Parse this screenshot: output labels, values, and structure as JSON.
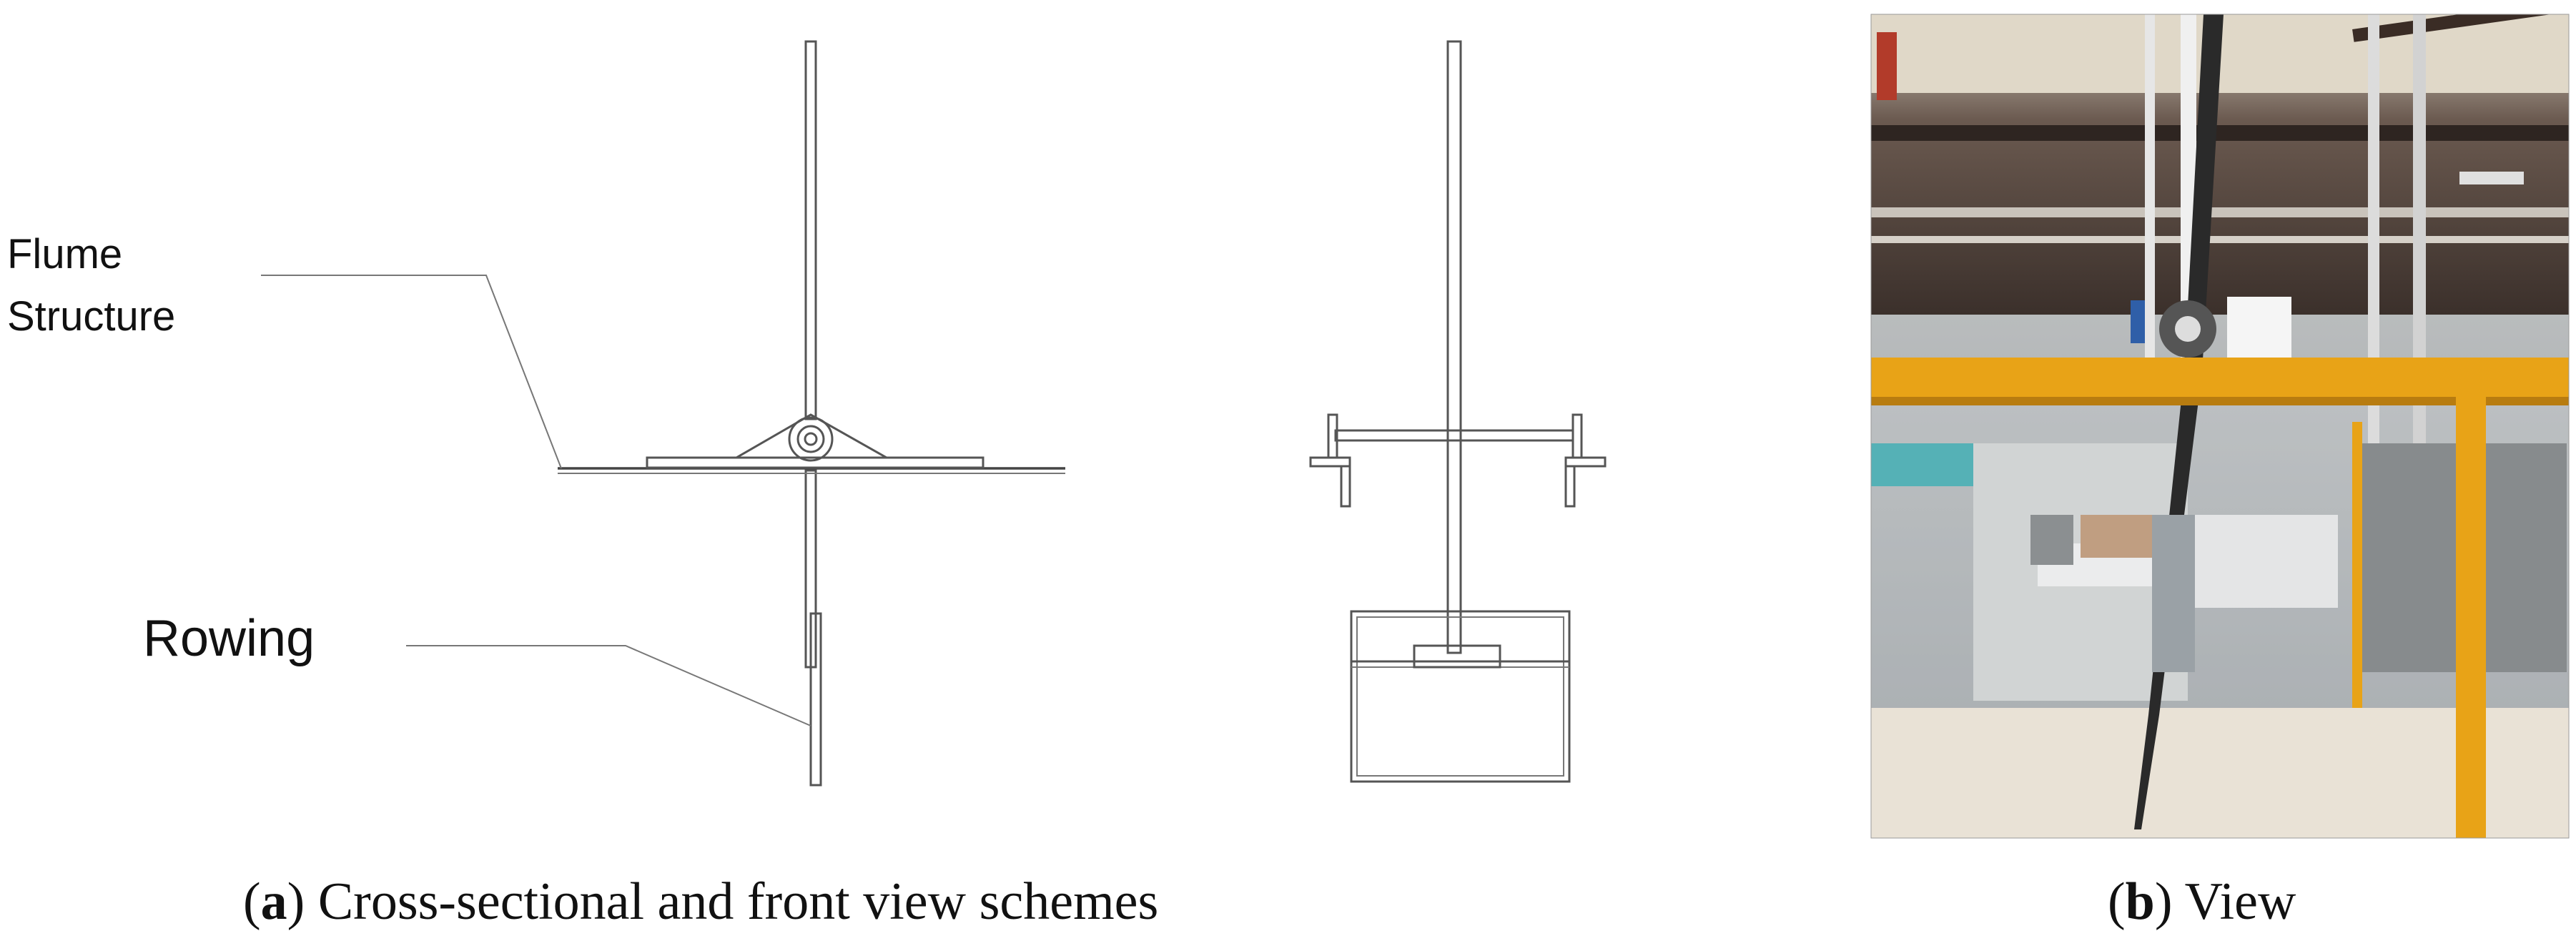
{
  "labels": {
    "flume_line1": "Flume",
    "flume_line2": "Structure",
    "rowing": "Rowing"
  },
  "captions": {
    "a_letter": "a",
    "a_text": "Cross-sectional and front view schemes",
    "b_letter": "b",
    "b_text": "View"
  },
  "colors": {
    "line": "#555555",
    "photo_frame_yellow": "#e8a317",
    "photo_floor": "#e9e2d6",
    "photo_ceiling": "#4a3a32"
  }
}
